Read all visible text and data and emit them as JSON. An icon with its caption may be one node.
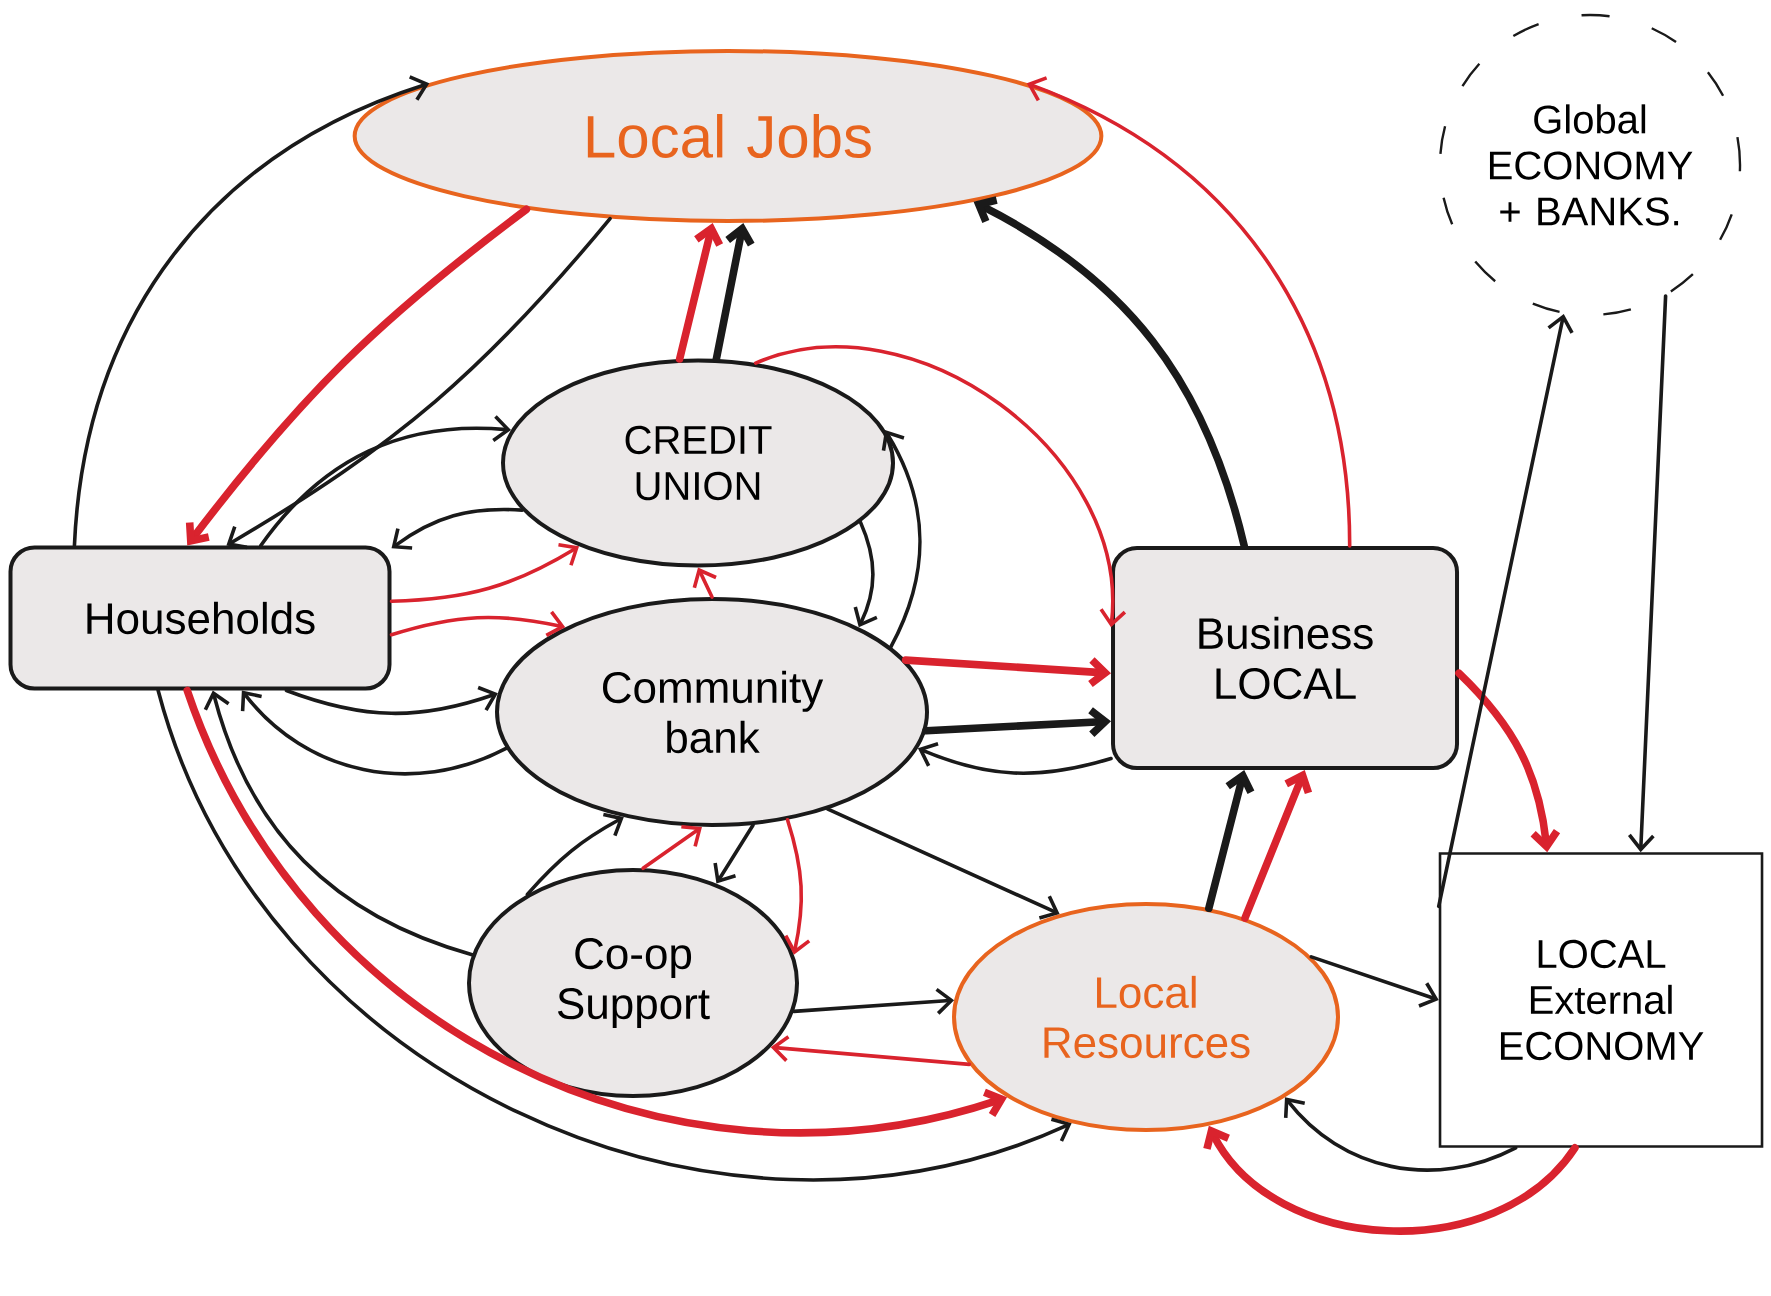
{
  "diagram": {
    "nodes": [
      {
        "text": [
          "Local Jobs"
        ]
      },
      {
        "text": [
          "Households"
        ]
      },
      {
        "text": [
          "CREDIT UNION"
        ]
      },
      {
        "text": [
          "Community bank"
        ]
      },
      {
        "text": [
          "Business LOCAL"
        ]
      },
      {
        "text": [
          "Co-op Support"
        ]
      },
      {
        "text": [
          "Local Resources"
        ]
      },
      {
        "text": [
          "LOCAL External ECONOMY"
        ]
      },
      {
        "text": [
          "Global ECONOMY + BANKS."
        ]
      }
    ],
    "edges": [
      {
        "from": 1,
        "to": 0,
        "arrow": "to"
      },
      {
        "from": 0,
        "to": 1,
        "arrow": "to",
        "color": "#d9232e",
        "style": "thick"
      },
      {
        "from": 0,
        "to": 1,
        "arrow": "to"
      },
      {
        "from": 1,
        "to": 2,
        "arrow": "to"
      },
      {
        "from": 2,
        "to": 1,
        "arrow": "to"
      },
      {
        "from": 1,
        "to": 2,
        "arrow": "to",
        "color": "#d9232e"
      },
      {
        "from": 1,
        "to": 3,
        "arrow": "to",
        "color": "#d9232e"
      },
      {
        "from": 1,
        "to": 3,
        "arrow": "to"
      },
      {
        "from": 3,
        "to": 1,
        "arrow": "to"
      },
      {
        "from": 5,
        "to": 1,
        "arrow": "to"
      },
      {
        "from": 1,
        "to": 6,
        "arrow": "to",
        "color": "#d9232e",
        "style": "thick"
      },
      {
        "from": 1,
        "to": 6,
        "arrow": "to"
      },
      {
        "from": 2,
        "to": 0,
        "arrow": "to",
        "color": "#d9232e",
        "style": "thick"
      },
      {
        "from": 2,
        "to": 0,
        "arrow": "to",
        "style": "thick"
      },
      {
        "from": 3,
        "to": 2,
        "arrow": "to",
        "color": "#d9232e"
      },
      {
        "from": 2,
        "to": 3,
        "arrow": "to"
      },
      {
        "from": 3,
        "to": 2,
        "arrow": "to"
      },
      {
        "from": 2,
        "to": 4,
        "arrow": "to",
        "color": "#d9232e"
      },
      {
        "from": 3,
        "to": 4,
        "arrow": "to",
        "color": "#d9232e",
        "style": "thick"
      },
      {
        "from": 3,
        "to": 4,
        "arrow": "to",
        "style": "thick"
      },
      {
        "from": 4,
        "to": 3,
        "arrow": "to"
      },
      {
        "from": 3,
        "to": 6,
        "arrow": "to"
      },
      {
        "from": 5,
        "to": 3,
        "arrow": "to",
        "color": "#d9232e"
      },
      {
        "from": 5,
        "to": 3,
        "arrow": "to"
      },
      {
        "from": 3,
        "to": 5,
        "arrow": "to"
      },
      {
        "from": 3,
        "to": 5,
        "arrow": "to",
        "color": "#d9232e"
      },
      {
        "from": 5,
        "to": 6,
        "arrow": "to"
      },
      {
        "from": 6,
        "to": 5,
        "arrow": "to",
        "color": "#d9232e"
      },
      {
        "from": 6,
        "to": 4,
        "arrow": "to",
        "style": "thick"
      },
      {
        "from": 6,
        "to": 4,
        "arrow": "to",
        "color": "#d9232e",
        "style": "thick"
      },
      {
        "from": 4,
        "to": 0,
        "arrow": "to",
        "style": "thick"
      },
      {
        "from": 4,
        "to": 0,
        "arrow": "to",
        "color": "#d9232e"
      },
      {
        "from": 4,
        "to": 7,
        "arrow": "to",
        "color": "#d9232e",
        "style": "thick"
      },
      {
        "from": 6,
        "to": 7,
        "arrow": "to"
      },
      {
        "from": 7,
        "to": 8,
        "arrow": "to"
      },
      {
        "from": 8,
        "to": 7,
        "arrow": "to"
      },
      {
        "from": 7,
        "to": 6,
        "arrow": "to",
        "color": "#d9232e",
        "style": "thick"
      },
      {
        "from": 7,
        "to": 6,
        "arrow": "to"
      }
    ]
  }
}
